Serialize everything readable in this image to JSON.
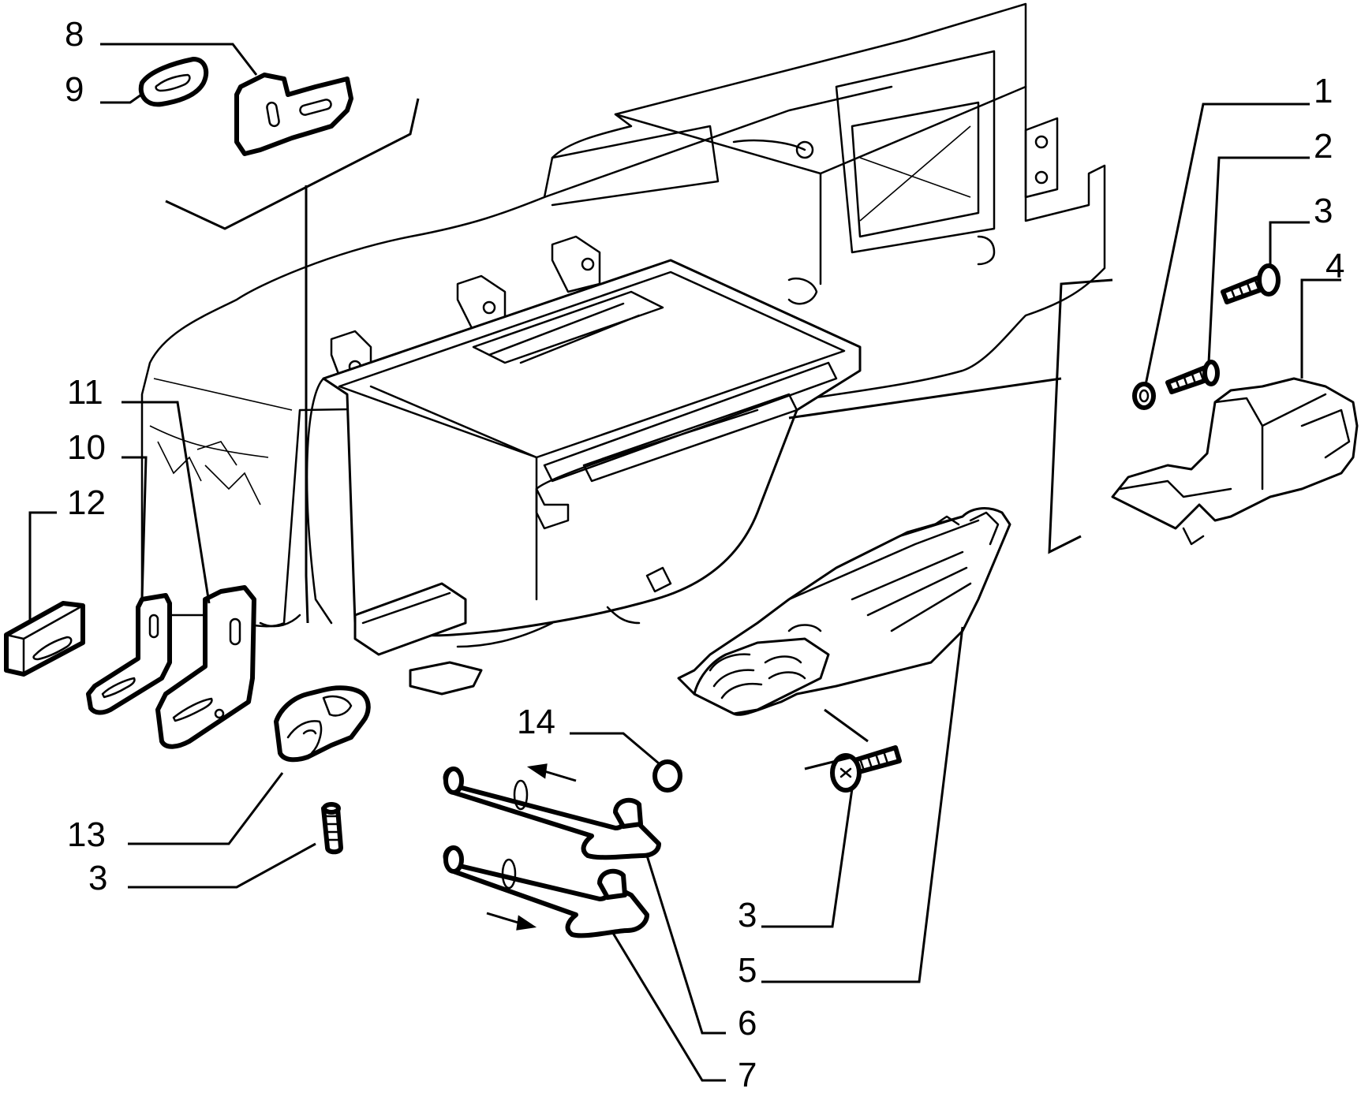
{
  "callouts": [
    {
      "id": "1",
      "text": "1"
    },
    {
      "id": "2",
      "text": "2"
    },
    {
      "id": "3a",
      "text": "3"
    },
    {
      "id": "4",
      "text": "4"
    },
    {
      "id": "8",
      "text": "8"
    },
    {
      "id": "9",
      "text": "9"
    },
    {
      "id": "11",
      "text": "11"
    },
    {
      "id": "10",
      "text": "10"
    },
    {
      "id": "12",
      "text": "12"
    },
    {
      "id": "14",
      "text": "14"
    },
    {
      "id": "13",
      "text": "13"
    },
    {
      "id": "3b",
      "text": "3"
    },
    {
      "id": "3c",
      "text": "3"
    },
    {
      "id": "5",
      "text": "5"
    },
    {
      "id": "6",
      "text": "6"
    },
    {
      "id": "7",
      "text": "7"
    }
  ]
}
